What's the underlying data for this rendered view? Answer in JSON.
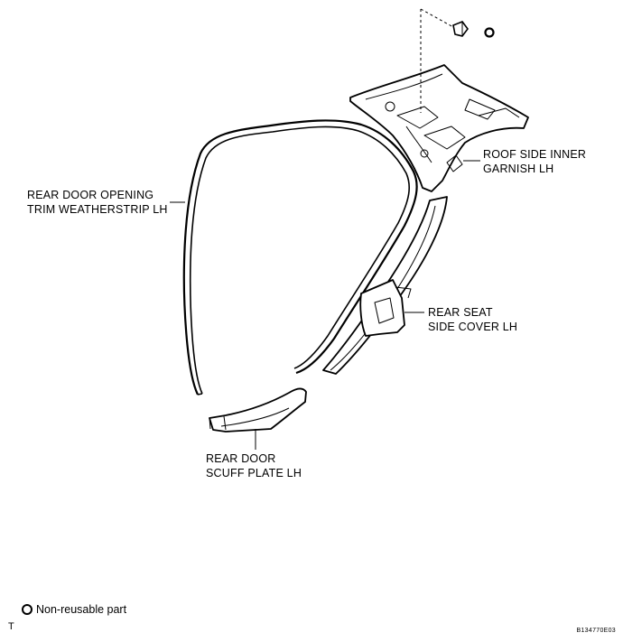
{
  "labels": {
    "roof_garnish": [
      "ROOF SIDE INNER",
      "GARNISH LH"
    ],
    "weatherstrip": [
      "REAR DOOR OPENING",
      "TRIM WEATHERSTRIP LH"
    ],
    "seat_cover": [
      "REAR SEAT",
      "SIDE COVER LH"
    ],
    "scuff_plate": [
      "REAR DOOR",
      "SCUFF PLATE LH"
    ]
  },
  "legend": {
    "symbol": "circle-open",
    "text": "Non-reusable part"
  },
  "corner_mark": "T",
  "figure_code": "B134770E03"
}
